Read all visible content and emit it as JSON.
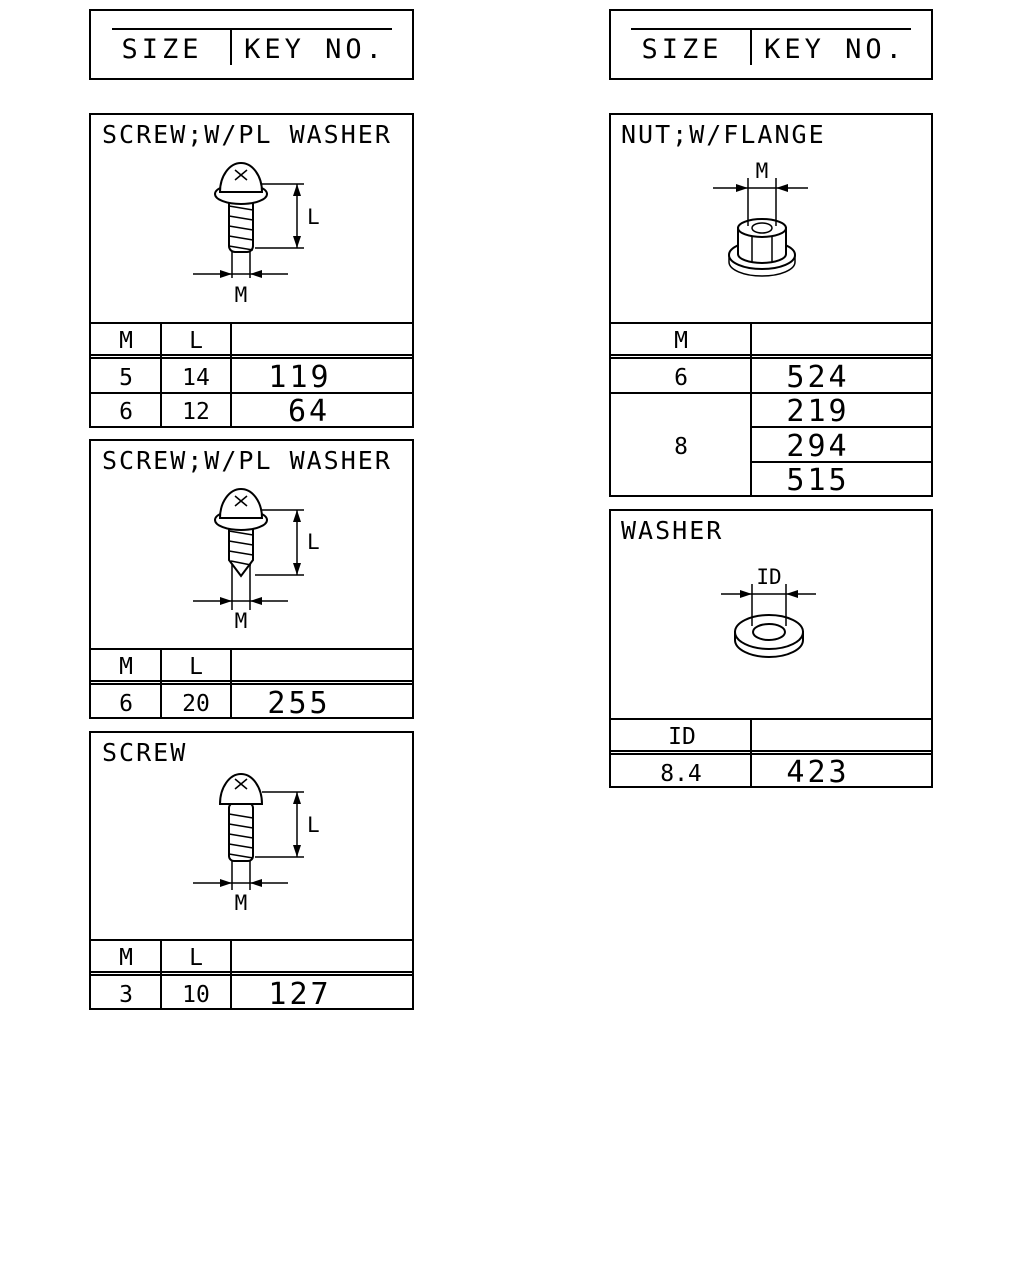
{
  "legend_left": {
    "size_label": "SIZE",
    "key_label": "KEY NO."
  },
  "legend_right": {
    "size_label": "SIZE",
    "key_label": "KEY NO."
  },
  "screw_washer_1": {
    "title": "SCREW;W/PL WASHER",
    "dim_length": "L",
    "dim_diameter": "M",
    "col_m": "M",
    "col_l": "L",
    "rows": [
      {
        "m": "5",
        "l": "14",
        "key": "119"
      },
      {
        "m": "6",
        "l": "12",
        "key": "64"
      }
    ]
  },
  "screw_washer_2": {
    "title": "SCREW;W/PL WASHER",
    "dim_length": "L",
    "dim_diameter": "M",
    "col_m": "M",
    "col_l": "L",
    "rows": [
      {
        "m": "6",
        "l": "20",
        "key": "255"
      }
    ]
  },
  "screw": {
    "title": "SCREW",
    "dim_length": "L",
    "dim_diameter": "M",
    "col_m": "M",
    "col_l": "L",
    "rows": [
      {
        "m": "3",
        "l": "10",
        "key": "127"
      }
    ]
  },
  "nut_flange": {
    "title": "NUT;W/FLANGE",
    "dim_diameter": "M",
    "col_m": "M",
    "rows": [
      {
        "m": "6",
        "key": "524"
      },
      {
        "m": "8",
        "keys": [
          "219",
          "294",
          "515"
        ]
      }
    ]
  },
  "washer": {
    "title": "WASHER",
    "dim_id": "ID",
    "col_id": "ID",
    "rows": [
      {
        "id": "8.4",
        "key": "423"
      }
    ]
  }
}
